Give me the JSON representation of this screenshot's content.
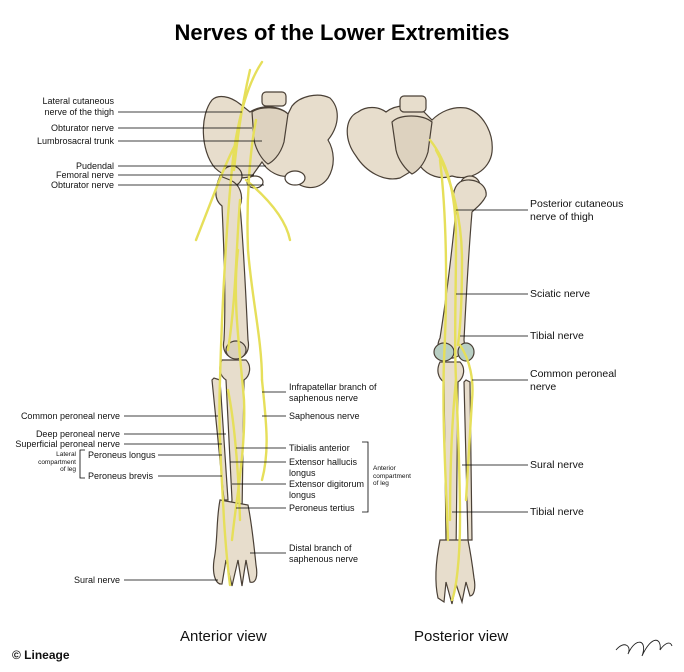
{
  "title": "Nerves of the Lower Extremities",
  "anterior_labels": {
    "lateral_cutaneous": "Lateral cutaneous\nnerve of the thigh",
    "obturator_1": "Obturator nerve",
    "lumbrosacral": "Lumbrosacral trunk",
    "pudendal": "Pudendal",
    "femoral": "Femoral nerve",
    "obturator_2": "Obturator nerve",
    "common_peroneal": "Common peroneal nerve",
    "deep_peroneal": "Deep peroneal nerve",
    "superficial_peroneal": "Superficial peroneal nerve",
    "lateral_compartment": "Lateral\ncompartment\nof leg",
    "peroneus_longus": "Peroneus longus",
    "peroneus_brevis": "Peroneus brevis",
    "sural": "Sural nerve",
    "infrapatellar": "Infrapatellar branch of\nsaphenous nerve",
    "saphenous": "Saphenous nerve",
    "tibialis_anterior": "Tibialis anterior",
    "extensor_hallucis": "Extensor hallucis\nlongus",
    "extensor_digitorum": "Extensor digitorum\nlongus",
    "peroneus_tertius": "Peroneus tertius",
    "anterior_compartment": "Anterior\ncompartment\nof leg",
    "distal_branch": "Distal branch of\nsaphenous nerve"
  },
  "posterior_labels": {
    "posterior_cutaneous": "Posterior cutaneous\nnerve of thigh",
    "sciatic": "Sciatic nerve",
    "tibial_1": "Tibial nerve",
    "common_peroneal": "Common peroneal\nnerve",
    "sural": "Sural nerve",
    "tibial_2": "Tibial nerve"
  },
  "views": {
    "anterior": "Anterior view",
    "posterior": "Posterior view"
  },
  "brand": "© Lineage",
  "colors": {
    "bone": "#e7ddcc",
    "bone_outline": "#4a4036",
    "nerve": "#e6df5a",
    "cartilage": "#b9cfc3"
  }
}
